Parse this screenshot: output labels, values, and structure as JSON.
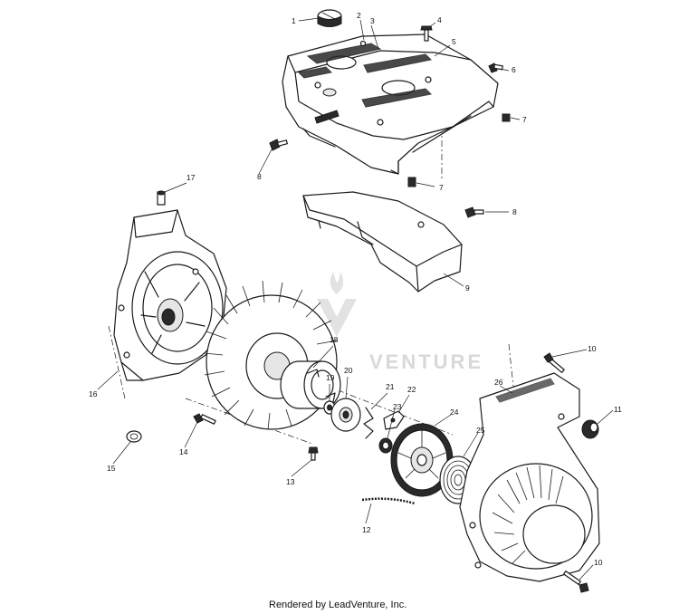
{
  "callouts": [
    "1",
    "2",
    "3",
    "4",
    "5",
    "6",
    "7",
    "7",
    "8",
    "8",
    "9",
    "10",
    "10",
    "11",
    "12",
    "13",
    "14",
    "15",
    "16",
    "17",
    "18",
    "19",
    "20",
    "21",
    "22",
    "23",
    "24",
    "25",
    "26"
  ],
  "watermark": "VENTURE",
  "footer": "Rendered by LeadVenture, Inc.",
  "colors": {
    "line": "#1a1a1a",
    "watermark": "#d8d8d8",
    "background": "#ffffff"
  }
}
